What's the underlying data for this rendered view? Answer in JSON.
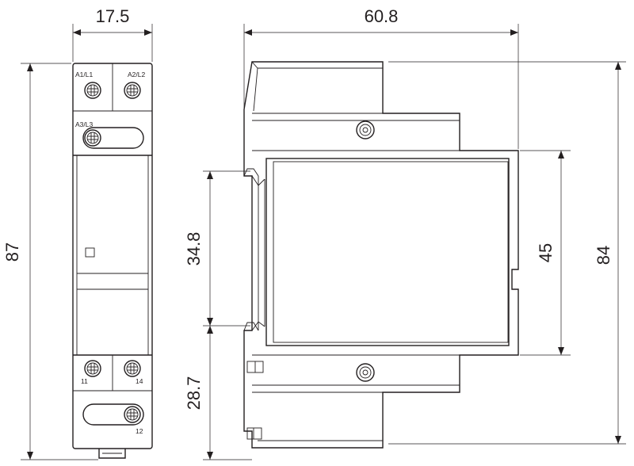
{
  "dimensions": {
    "front_width": "17.5",
    "front_height": "87",
    "side_depth": "60.8",
    "side_height": "84",
    "window_height": "45",
    "upper_offset": "34.8",
    "lower_offset": "28.7"
  },
  "terminals": {
    "a1l1": "A1/L1",
    "a2l2": "A2/L2",
    "a3l3": "A3/L3",
    "t11": "11",
    "t14": "14",
    "t12": "12"
  },
  "colors": {
    "stroke": "#231f20",
    "background": "#ffffff"
  }
}
